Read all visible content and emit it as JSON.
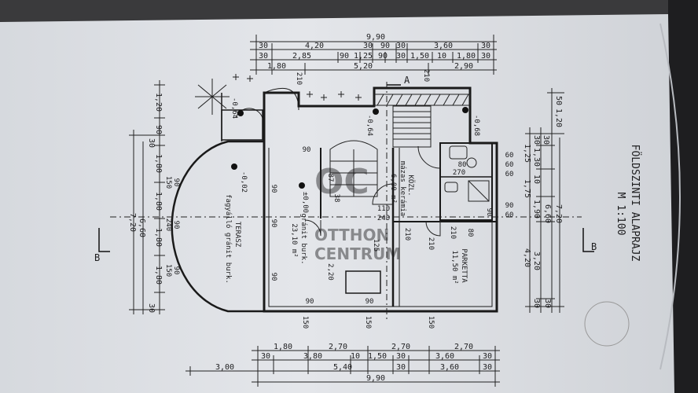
{
  "title": {
    "line1": "FÖLDSZINTI ALAPRAJZ",
    "line2": "M 1:100"
  },
  "rooms": {
    "terasz_name": "TERASZ",
    "terasz_desc": "fagyálló gránit burk.",
    "living_desc": "gránit burk.",
    "living_area": "23,10 m²",
    "kozl_name": "KÖZL.",
    "kozl_desc": "mázas kerámia",
    "kozl_area": "6,00 m²",
    "parketta_name": "PARKETTA",
    "parketta_area": "11,50 m²"
  },
  "levels": {
    "a": "-0,64",
    "b": "-0,64",
    "c": "-0,68",
    "d": "-0,02",
    "e": "±0,00"
  },
  "section_markers": {
    "a": "A",
    "b": "B"
  },
  "dims_top": {
    "row1": [
      "9,90"
    ],
    "row2": [
      "30",
      "4,20",
      "30",
      "90",
      "30",
      "3,60",
      "30"
    ],
    "row3": [
      "30",
      "2,85",
      "90",
      "1,25",
      "90",
      "30",
      "1,50",
      "10",
      "1,80",
      "30"
    ],
    "row4": [
      "1,80",
      "5,20",
      "2,90"
    ]
  },
  "dims_bottom": {
    "row1": [
      "1,80",
      "2,70",
      "2,70",
      "2,70"
    ],
    "row2": [
      "30",
      "3,80",
      "10",
      "1,50",
      "30",
      "3,60",
      "30"
    ],
    "row3": [
      "3,00",
      "5,40",
      "30",
      "3,60",
      "30"
    ],
    "row4": [
      "9,90"
    ]
  },
  "dims_left": {
    "outer": [
      "7,20",
      "6,60"
    ],
    "inner": [
      "1,20",
      "90",
      "30",
      "1,80",
      "1,80",
      "1,80",
      "1,80",
      "30"
    ]
  },
  "dims_right": {
    "outer": [
      "7,20",
      "6,60"
    ],
    "inner": [
      "50",
      "1,20",
      "30",
      "1,30",
      "1,25",
      "10",
      "1,75",
      "1,90",
      "30",
      "3,20",
      "4,20",
      "30",
      "30"
    ]
  },
  "openings": {
    "w1": "90",
    "w2": "150",
    "w3": "90",
    "w4": "240",
    "w5": "90",
    "w6": "150",
    "d1": "90",
    "d2": "90",
    "d3": "90",
    "d4": "90",
    "d5": "80",
    "d6": "60",
    "d7": "60",
    "d8": "90",
    "d9": "60",
    "d10": "90",
    "b1": "150",
    "b2": "150",
    "b3": "150",
    "b4": "90",
    "b5": "90",
    "h1": "210",
    "h2": "210",
    "h3": "210",
    "h4": "210",
    "h5": "210",
    "i1": "2,20",
    "i2": "87",
    "i3": "38",
    "i4": "110",
    "i5": "240",
    "i6": "270",
    "i7": "125",
    "i8": "80",
    "i9": "60"
  },
  "watermark": {
    "brand": "OTTHON",
    "brand2": "CENTRUM",
    "logo": "OC"
  }
}
